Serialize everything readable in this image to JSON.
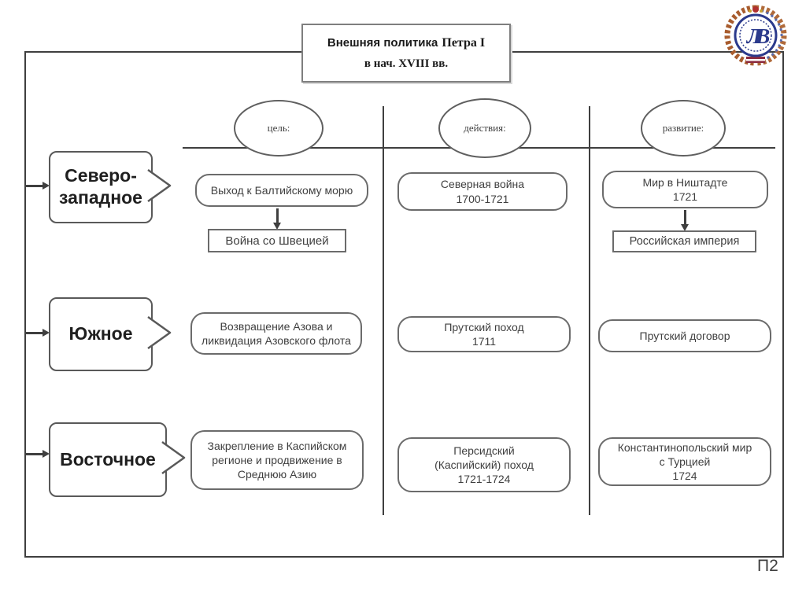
{
  "title": {
    "part1": "Внешняя политика",
    "part2": "Петра I",
    "line2": "в нач. XVIII вв."
  },
  "columns": [
    {
      "label": "цель:"
    },
    {
      "label": "действия:"
    },
    {
      "label": "развитие:"
    }
  ],
  "rows": [
    {
      "label": "Северо-западное",
      "goal": "Выход к Балтийскому морю",
      "goal_outcome": "Война со Швецией",
      "action_line1": "Северная война",
      "action_line2": "1700-1721",
      "result_line1": "Мир в Ништадте",
      "result_line2": "1721",
      "result_outcome": "Российская империя"
    },
    {
      "label": "Южное",
      "goal": "Возвращение Азова и ликвидация Азовского флота",
      "action_line1": "Прутский поход",
      "action_line2": "1711",
      "result_line1": "Прутский договор"
    },
    {
      "label": "Восточное",
      "goal": "Закрепление в Каспийском регионе и продвижение в Среднюю Азию",
      "action_line1": "Персидский",
      "action_line2": "(Каспийский) поход",
      "action_line3": "1721-1724",
      "result_line1": "Константинопольский мир",
      "result_line2": "с Турцией",
      "result_line3": "1724"
    }
  ],
  "page_label": "П2",
  "icons": {
    "logo": "university-emblem"
  },
  "colors": {
    "frame": "#3f3f3f",
    "box_border": "#6b6b6b",
    "label_border": "#595959",
    "text": "#3f3f3f",
    "logo_blue": "#2b3a8c",
    "logo_wreath": "#a85c2e",
    "logo_ribbon": "#8c2a3e"
  }
}
